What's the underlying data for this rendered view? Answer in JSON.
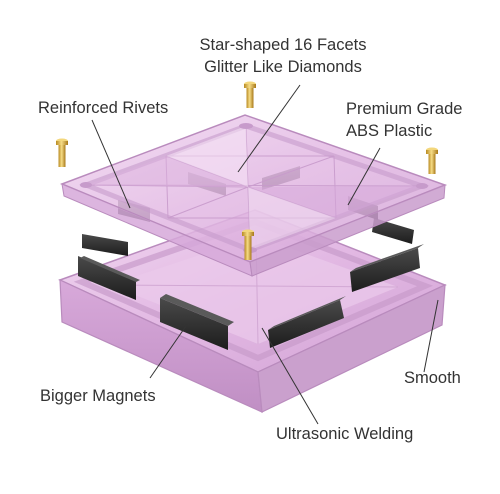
{
  "labels": {
    "star_facets": {
      "line1": "Star-shaped 16 Facets",
      "line2": "Glitter Like Diamonds"
    },
    "reinforced_rivets": "Reinforced Rivets",
    "premium_grade": {
      "line1": "Premium Grade",
      "line2": "ABS Plastic"
    },
    "bigger_magnets": "Bigger Magnets",
    "smooth": "Smooth",
    "ultrasonic_welding": "Ultrasonic Welding"
  },
  "colors": {
    "tile_pink": "#e6bfe6",
    "tile_edge": "#b98bbd",
    "magnet_black": "#2b2b2b",
    "rivet_gold": "#d9b24a",
    "leader_line": "#333333",
    "text": "#333333"
  }
}
